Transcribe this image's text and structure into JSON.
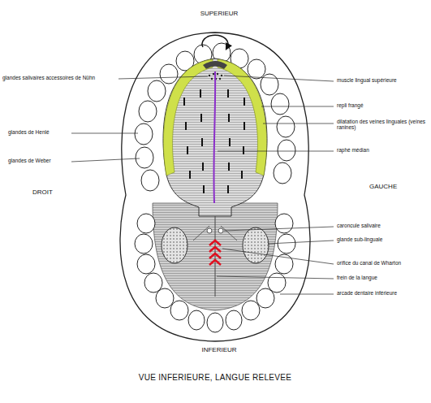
{
  "diagram": {
    "caption": "VUE INFERIEURE, LANGUE RELEVEE",
    "labels": [
      "SUPERIEUR",
      "glandes salivaires accessoires de Nühn",
      "muscle lingual supérieure",
      "repli frangé",
      "glandes de Henlé",
      "dilatation des veines linguales (veines ranines)",
      "raphé médian",
      "glandes de Weber",
      "DROIT",
      "GAUCHE",
      "caroncule salivaire",
      "glande sub-linguale",
      "orifice du canal de Wharton",
      "frein de la langue",
      "arcade dentaire inférieure",
      "INFERIEUR"
    ]
  }
}
